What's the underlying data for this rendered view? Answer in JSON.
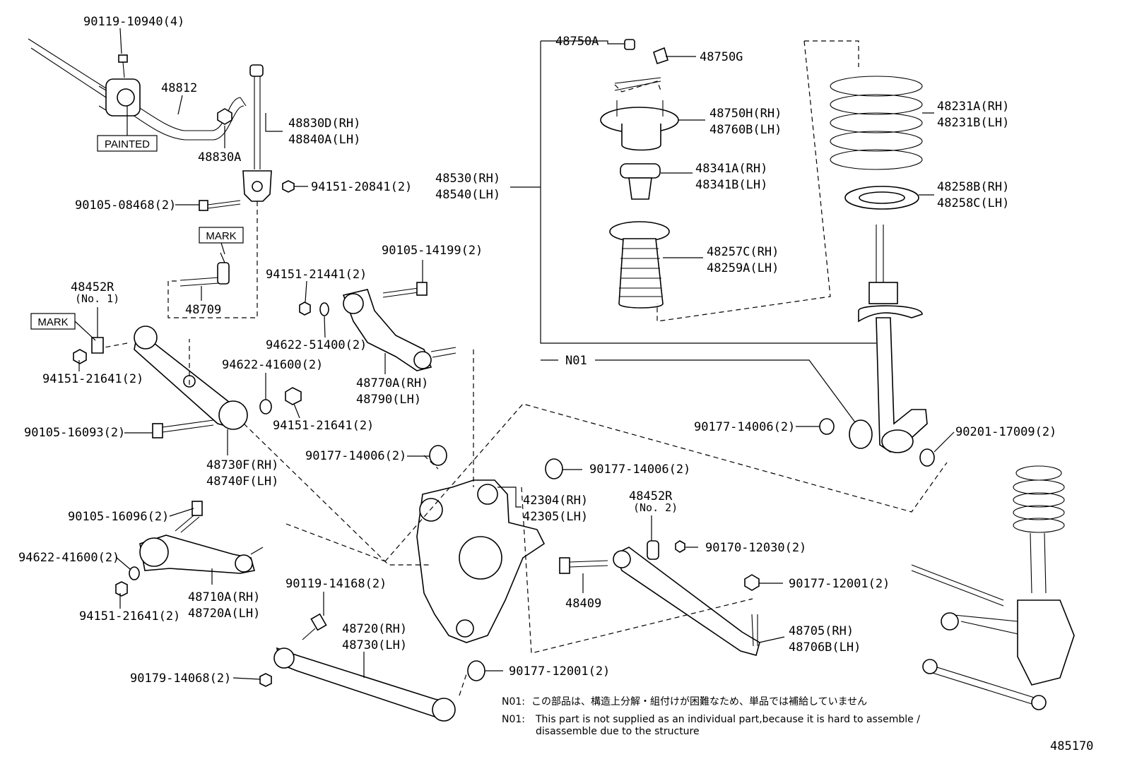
{
  "labels": {
    "p90119_10940": "90119-10940(4)",
    "p48812": "48812",
    "painted": "PAINTED",
    "p48830a": "48830A",
    "p48830d": "48830D(RH)",
    "p48840a": "48840A(LH)",
    "p90105_08468": "90105-08468(2)",
    "p94151_20841": "94151-20841(2)",
    "mark1": "MARK",
    "mark2": "MARK",
    "p48452r_1": "48452R",
    "p48452r_1_no": "(No. 1)",
    "p48709": "48709",
    "p94151_21441": "94151-21441(2)",
    "p90105_14199": "90105-14199(2)",
    "p94622_51400": "94622-51400(2)",
    "p94151_21641_a": "94151-21641(2)",
    "p94622_41600_a": "94622-41600(2)",
    "p48770a": "48770A(RH)",
    "p48790": "48790(LH)",
    "p94151_21641_b": "94151-21641(2)",
    "p90105_16093": "90105-16093(2)",
    "p48730f": "48730F(RH)",
    "p48740f": "48740F(LH)",
    "p90177_14006_a": "90177-14006(2)",
    "p90177_14006_b": "90177-14006(2)",
    "p42304": "42304(RH)",
    "p42305": "42305(LH)",
    "p48452r_2": "48452R",
    "p48452r_2_no": "(No. 2)",
    "p90170_12030": "90170-12030(2)",
    "p90105_16096": "90105-16096(2)",
    "p94622_41600_b": "94622-41600(2)",
    "p48710a": "48710A(RH)",
    "p48720a": "48720A(LH)",
    "p94151_21641_c": "94151-21641(2)",
    "p48409": "48409",
    "p90177_12001_a": "90177-12001(2)",
    "p90119_14168": "90119-14168(2)",
    "p48720": "48720(RH)",
    "p48730": "48730(LH)",
    "p48705": "48705(RH)",
    "p48706b": "48706B(LH)",
    "p90179_14068": "90179-14068(2)",
    "p90177_12001_b": "90177-12001(2)",
    "p48750a": "48750A",
    "p48750g": "48750G",
    "p48750h": "48750H(RH)",
    "p48760b": "48760B(LH)",
    "p48530": "48530(RH)",
    "p48540": "48540(LH)",
    "p48341a": "48341A(RH)",
    "p48341b": "48341B(LH)",
    "p48257c": "48257C(RH)",
    "p48259a": "48259A(LH)",
    "p48231a": "48231A(RH)",
    "p48231b": "48231B(LH)",
    "p48258b": "48258B(RH)",
    "p48258c": "48258C(LH)",
    "n01": "N01",
    "p90177_14006_c": "90177-14006(2)",
    "p90201_17009": "90201-17009(2)"
  },
  "notes": {
    "jp_prefix": "N01:",
    "jp_text": "この部品は、構造上分解・組付けが困難なため、単品では補給していません",
    "en_prefix": "N01:",
    "en_line1": "This part is not supplied as an individual part,because it is hard to assemble /",
    "en_line2": "disassemble due to the structure"
  },
  "diagram_id": "485170"
}
